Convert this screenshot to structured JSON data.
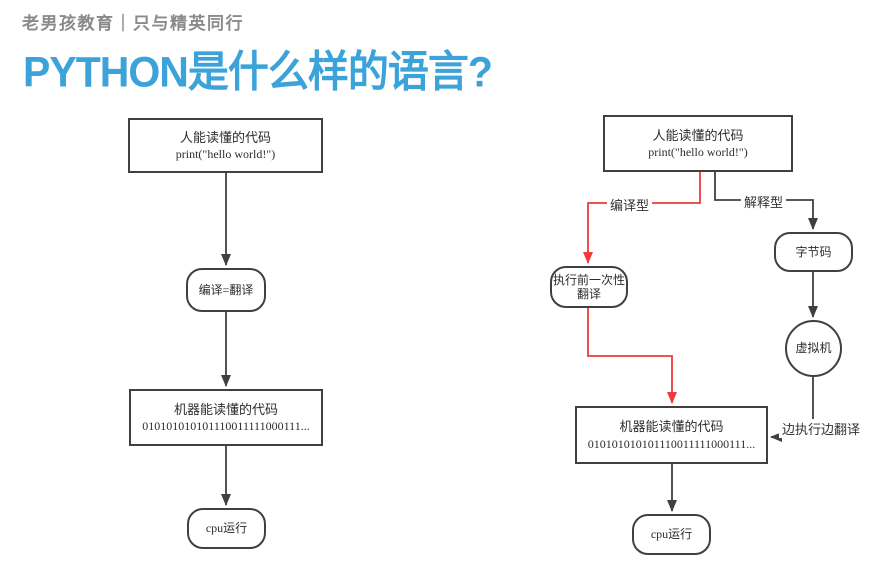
{
  "header": {
    "brand": "老男孩教育｜只与精英同行"
  },
  "title": "PYTHON是什么样的语言?",
  "colors": {
    "accent_blue": "#3ba3da",
    "edge_dark": "#404040",
    "edge_red": "#ef3b3b",
    "brand_gray": "#8a8a8a"
  },
  "left_flow": {
    "source_line1": "人能读懂的代码",
    "source_line2": "print(\"hello world!\")",
    "compile_node": "编译=翻译",
    "machine_line1": "机器能读懂的代码",
    "machine_line2": "010101010101110011111000111...",
    "cpu_node": "cpu运行"
  },
  "right_flow": {
    "source_line1": "人能读懂的代码",
    "source_line2": "print(\"hello world!\")",
    "compiled_label": "编译型",
    "interpreted_label": "解释型",
    "pre_translate_line1": "执行前一次性",
    "pre_translate_line2": "翻译",
    "bytecode_node": "字节码",
    "vm_node": "虚拟机",
    "runtime_translate_label": "边执行边翻译",
    "machine_line1": "机器能读懂的代码",
    "machine_line2": "010101010101110011111000111...",
    "cpu_node": "cpu运行"
  }
}
